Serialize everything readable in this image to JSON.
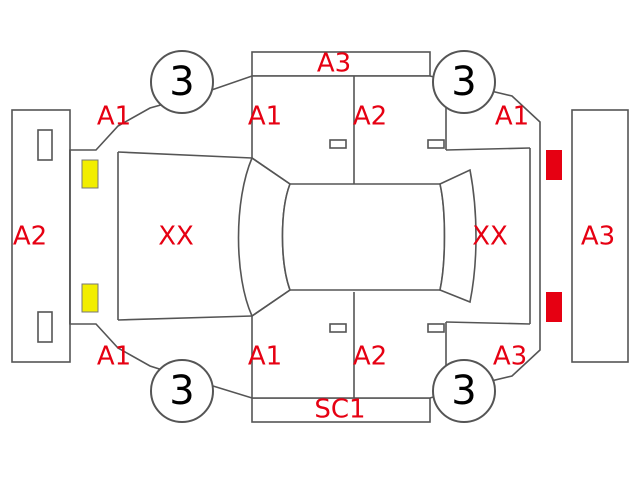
{
  "colors": {
    "mark_text": "#e60012",
    "outline": "#555555",
    "front_lamp": "#f2ee00",
    "rear_lamp": "#e60012"
  },
  "labels": {
    "roof_left": "A3",
    "rocker_bottom": "SC1",
    "front_bumper": "A2",
    "rear_bumper": "A3",
    "hood": "XX",
    "trunk": "XX",
    "left_front_fender": "A1",
    "left_front_door": "A1",
    "left_rear_door": "A2",
    "left_rear_fender": "A1",
    "right_front_fender": "A1",
    "right_front_door": "A1",
    "right_rear_door": "A2",
    "right_rear_fender": "A3"
  },
  "wheels": {
    "front_left": "3",
    "rear_left": "3",
    "front_right": "3",
    "rear_right": "3"
  }
}
